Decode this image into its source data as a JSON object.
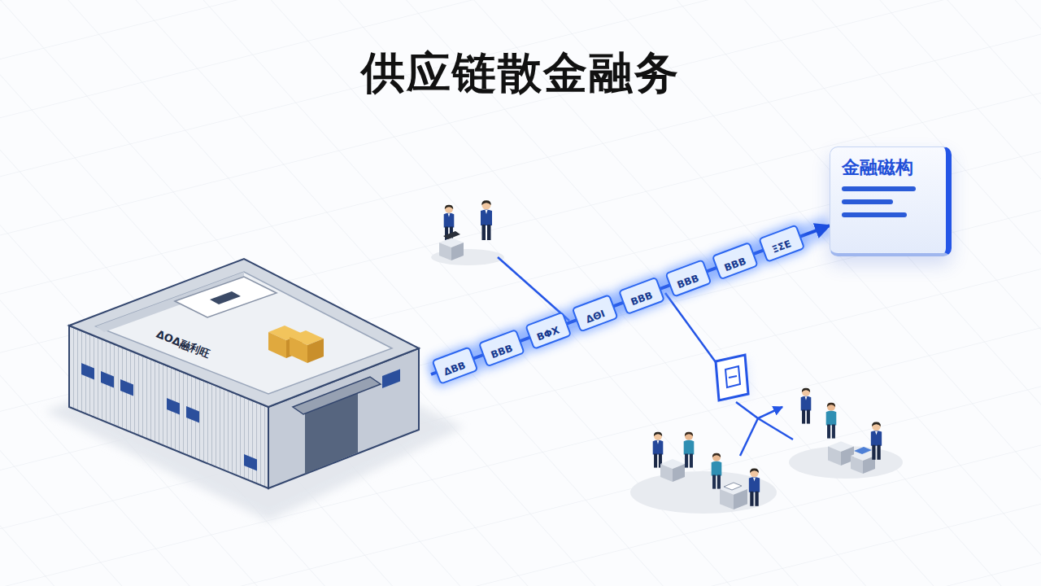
{
  "diagram": {
    "title": "供应链散金融务",
    "nodes": [
      {
        "text": [
          "ΔOΔ融利旺"
        ]
      },
      {
        "text": [
          "金融磁构"
        ]
      }
    ],
    "edges": [
      {
        "from": 0,
        "to": 1,
        "arrow": "to"
      }
    ],
    "labels": [
      "ΔΒΒ",
      "ΒΒΒ",
      "ΒΦΧ",
      "ΔΘΙ",
      "ΒΒΒ",
      "ΒΒΒ",
      "ΒΒΒ",
      "ΞΣΕ"
    ]
  }
}
